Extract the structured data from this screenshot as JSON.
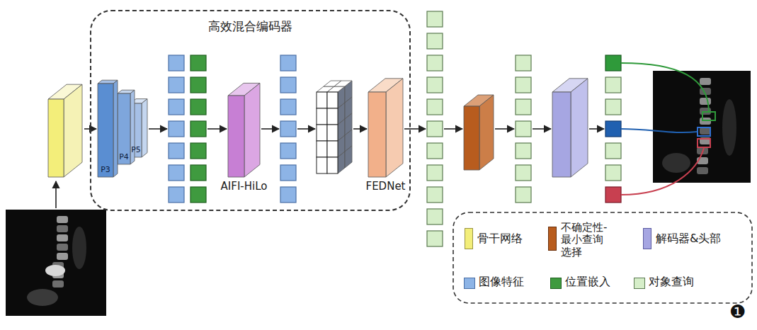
{
  "diagram": {
    "nodes": [
      {
        "text": [
          "高效混合编码器"
        ]
      },
      {
        "text": [
          "P3"
        ],
        "in": 0
      },
      {
        "text": [
          "P4"
        ],
        "in": 0
      },
      {
        "text": [
          "P5"
        ],
        "in": 0
      },
      {
        "text": [
          "AIFI-HiLo"
        ],
        "in": 0
      },
      {
        "text": [
          "FEDNet"
        ],
        "in": 0
      }
    ],
    "labels": [
      "❶"
    ],
    "legend": [
      {
        "text": "骨干网络",
        "color": "#f3ee7a"
      },
      {
        "text": "不确定性-最小查询选择",
        "color": "#b85c1e"
      },
      {
        "text": "解码器&头部",
        "color": "#a6a6e2"
      },
      {
        "text": "图像特征",
        "color": "#8db4e6"
      },
      {
        "text": "位置嵌入",
        "color": "#3f9a3f"
      },
      {
        "text": "对象查询",
        "color": "#d6eec9"
      }
    ]
  }
}
